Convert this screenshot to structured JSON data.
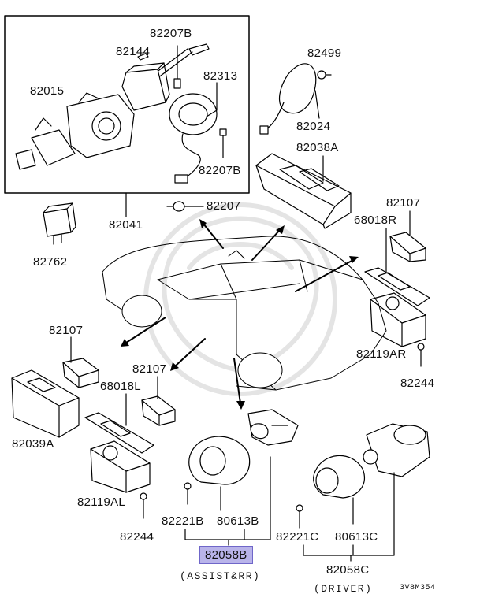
{
  "labels": {
    "p82207B_top": "82207B",
    "p82144": "82144",
    "p82313": "82313",
    "p82015": "82015",
    "p82207B_mid": "82207B",
    "p82041": "82041",
    "p82207": "82207",
    "p82762": "82762",
    "p82499": "82499",
    "p82024": "82024",
    "p82038A": "82038A",
    "p82107_right": "82107",
    "p68018R": "68018R",
    "p82119AR": "82119AR",
    "p82244_right": "82244",
    "p82107_left": "82107",
    "p82039A": "82039A",
    "p82107_center": "82107",
    "p68018L": "68018L",
    "p82119AL": "82119AL",
    "p82244_left": "82244",
    "p82221B": "82221B",
    "p80613B": "80613B",
    "p82058B": "82058B",
    "assist_caption": "(ASSIST&RR)",
    "p82221C": "82221C",
    "p80613C": "80613C",
    "p82058C": "82058C",
    "driver_caption": "(DRIVER)",
    "diagram_code": "3V8M354"
  },
  "highlight_color": "#b9b4ea"
}
